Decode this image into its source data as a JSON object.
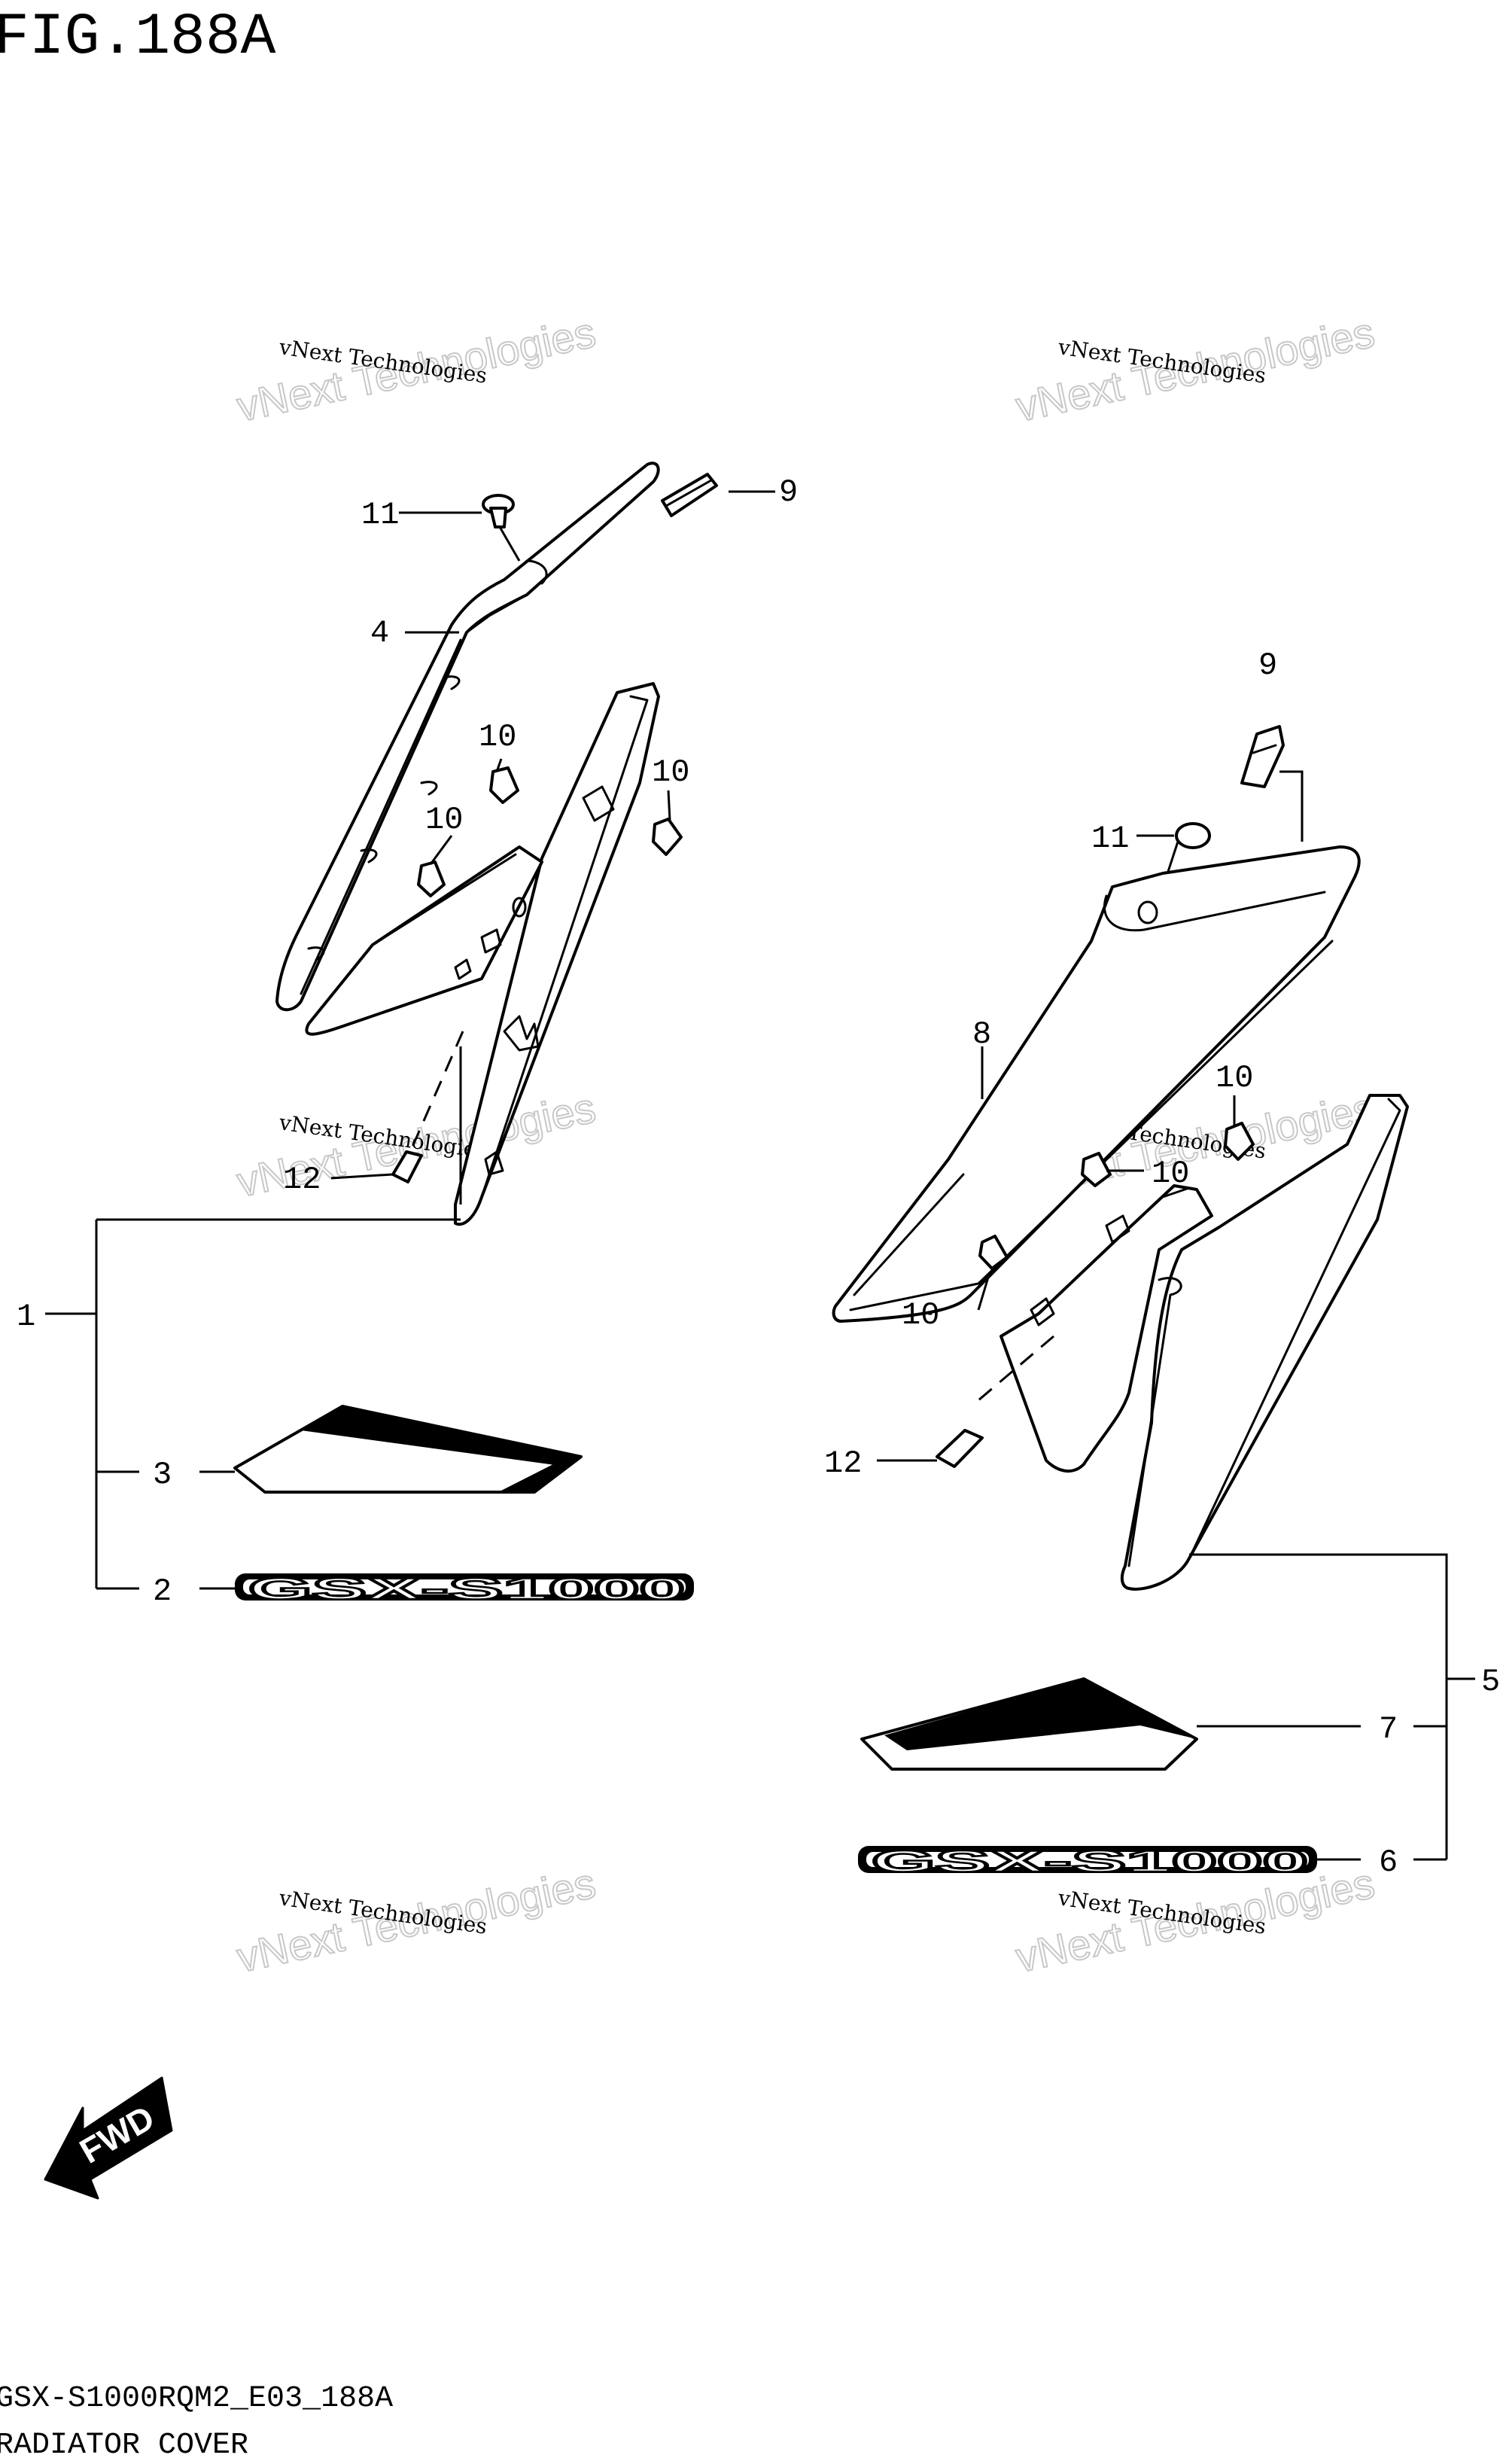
{
  "figure": {
    "title": "FIG.188A",
    "model_code": "GSX-S1000RQM2_E03_188A",
    "section_name": "RADIATOR COVER"
  },
  "watermark": {
    "small_text": "vNext Technologies",
    "big_text": "vNext Technologies"
  },
  "callouts": {
    "left": {
      "c11": "11",
      "c9": "9",
      "c4": "4",
      "c10a": "10",
      "c10b": "10",
      "c10c": "10",
      "c12": "12",
      "c1": "1",
      "c3": "3",
      "c2": "2"
    },
    "right": {
      "c9": "9",
      "c11": "11",
      "c8": "8",
      "c10a": "10",
      "c10b": "10",
      "c10c": "10",
      "c12": "12",
      "c5": "5",
      "c7": "7",
      "c6": "6"
    }
  },
  "emblem": {
    "left_text": "GSX-S1000",
    "right_text": "GSX-S1000"
  },
  "fwd_arrow": {
    "label": "FWD"
  }
}
